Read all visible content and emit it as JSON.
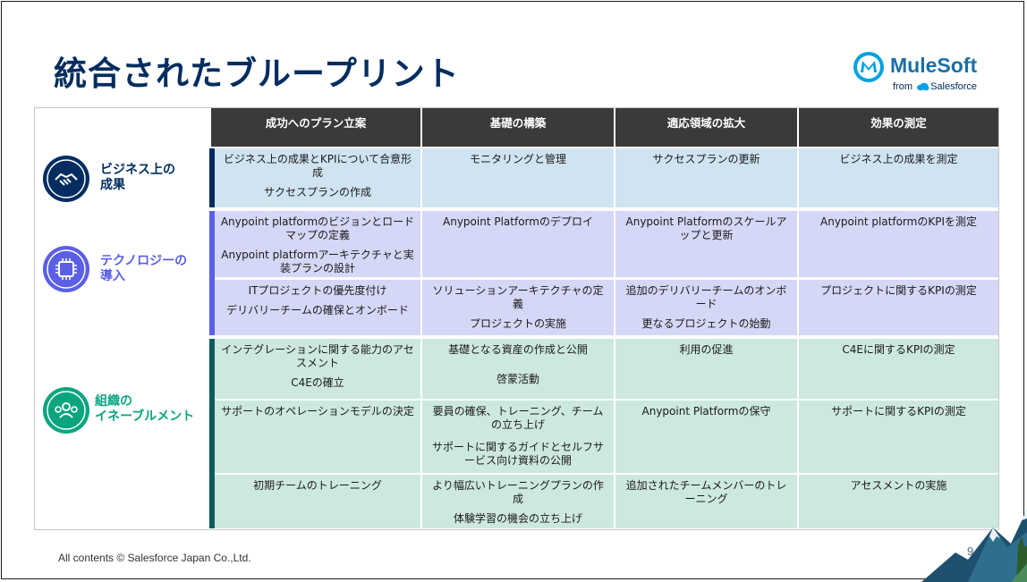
{
  "slide": {
    "title": "統合されたブループリント",
    "footer": "All contents © Salesforce Japan Co.,Ltd.",
    "page_number": "9"
  },
  "logo": {
    "name": "MuleSoft",
    "from": "from",
    "brand": "Salesforce"
  },
  "colors": {
    "title": "#032d60",
    "header_bg": "#3a3a3a",
    "business_row": "#cfe3f1",
    "technology_row": "#d5d7f6",
    "enablement_row": "#cde8df",
    "business_accent": "#032d60",
    "technology_accent": "#5a5fe6",
    "enablement_accent": "#0b5c5a"
  },
  "table": {
    "headers": [
      "成功へのプラン立案",
      "基礎の構築",
      "適応領域の拡大",
      "効果の測定"
    ],
    "groups": [
      {
        "label_line1": "ビジネス上の",
        "label_line2": "成果",
        "icon": "handshake-icon",
        "rows": [
          [
            [
              "ビジネス上の成果とKPIについて合意形成",
              "サクセスプランの作成"
            ],
            [
              "モニタリングと管理"
            ],
            [
              "サクセスプランの更新"
            ],
            [
              "ビジネス上の成果を測定"
            ]
          ]
        ]
      },
      {
        "label_line1": "テクノロジーの",
        "label_line2": "導入",
        "icon": "chip-icon",
        "rows": [
          [
            [
              "Anypoint platformのビジョンとロードマップの定義",
              "Anypoint platformアーキテクチャと実装プランの設計"
            ],
            [
              "Anypoint Platformのデプロイ"
            ],
            [
              "Anypoint Platformのスケールアップと更新"
            ],
            [
              "Anypoint platformのKPIを測定"
            ]
          ],
          [
            [
              "ITプロジェクトの優先度付け",
              "デリバリーチームの確保とオンボード"
            ],
            [
              "ソリューションアーキテクチャの定義",
              "プロジェクトの実施"
            ],
            [
              "追加のデリバリーチームのオンボード",
              "更なるプロジェクトの始動"
            ],
            [
              "プロジェクトに関するKPIの測定"
            ]
          ]
        ]
      },
      {
        "label_line1": "組織の",
        "label_line2": "イネーブルメント",
        "icon": "team-icon",
        "rows": [
          [
            [
              "インテグレーションに関する能力のアセスメント",
              "C4Eの確立"
            ],
            [
              "基礎となる資産の作成と公開",
              "啓蒙活動"
            ],
            [
              "利用の促進"
            ],
            [
              "C4Eに関するKPIの測定"
            ]
          ],
          [
            [
              "サポートのオペレーションモデルの決定"
            ],
            [
              "要員の確保、トレーニング、チームの立ち上げ",
              "サポートに関するガイドとセルフサービス向け資料の公開"
            ],
            [
              "Anypoint Platformの保守"
            ],
            [
              "サポートに関するKPIの測定"
            ]
          ],
          [
            [
              "初期チームのトレーニング"
            ],
            [
              "より幅広いトレーニングプランの作成",
              "体験学習の機会の立ち上げ"
            ],
            [
              "追加されたチームメンバーのトレーニング"
            ],
            [
              "アセスメントの実施"
            ]
          ]
        ]
      }
    ]
  }
}
